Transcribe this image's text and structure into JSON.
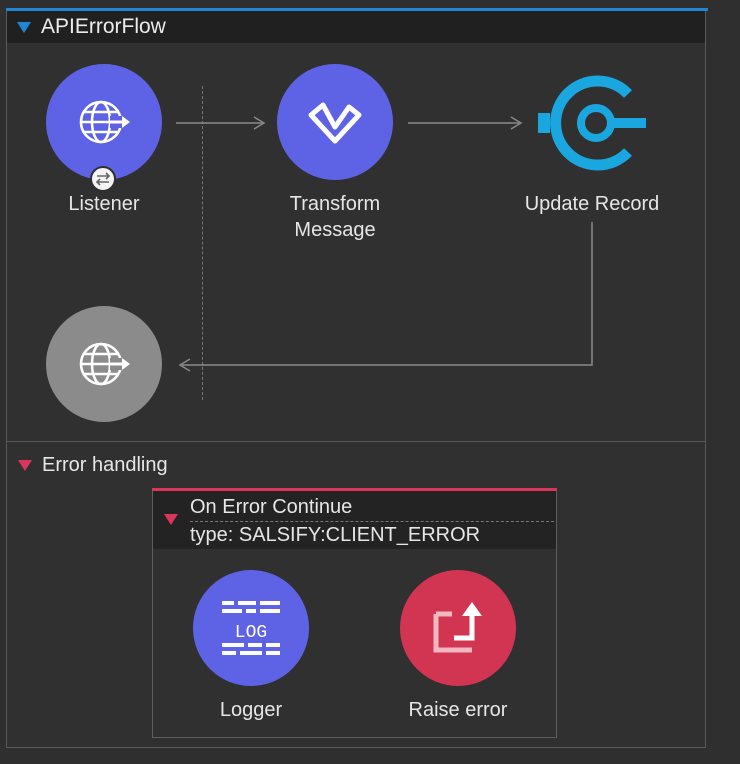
{
  "colors": {
    "flow_accent": "#1f86d3",
    "error_accent": "#d9365a",
    "node_blue": "#5e63e6",
    "node_gray": "#8b8b8b",
    "node_red": "#d23552",
    "connector_cyan": "#1aa7e0"
  },
  "flow": {
    "title": "APIErrorFlow",
    "nodes": [
      {
        "label": "Listener",
        "icon": "globe-arrow-icon",
        "badge_icon": "exchange-arrows-icon"
      },
      {
        "label": "Transform\nMessage",
        "icon": "dataweave-icon"
      },
      {
        "label": "Update Record",
        "icon": "salsify-connector-icon"
      },
      {
        "label": "",
        "icon": "globe-arrow-icon"
      }
    ]
  },
  "error_handling": {
    "title": "Error handling",
    "scope": {
      "title": "On Error Continue",
      "type_text": "type: SALSIFY:CLIENT_ERROR",
      "nodes": [
        {
          "label": "Logger",
          "icon": "log-icon",
          "icon_text": "LOG"
        },
        {
          "label": "Raise error",
          "icon": "raise-error-icon"
        }
      ]
    }
  }
}
